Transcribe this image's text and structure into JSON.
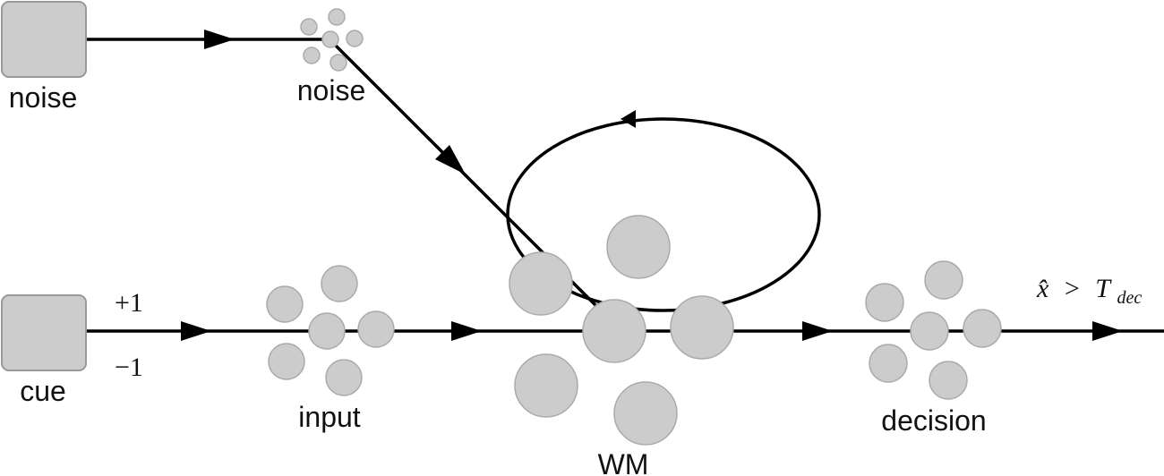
{
  "labels": {
    "noise_source": "noise",
    "noise_ensemble": "noise",
    "cue_source": "cue",
    "input_ensemble": "input",
    "wm_ensemble": "WM",
    "decision_ensemble": "decision"
  },
  "cue_values": {
    "plus": "+1",
    "minus": "−1"
  },
  "output_condition": {
    "x_hat": "x̂",
    "operator": ">",
    "threshold": "T",
    "threshold_subscript": "dec"
  },
  "colors": {
    "node_fill": "#cccccc",
    "line": "#000000"
  }
}
